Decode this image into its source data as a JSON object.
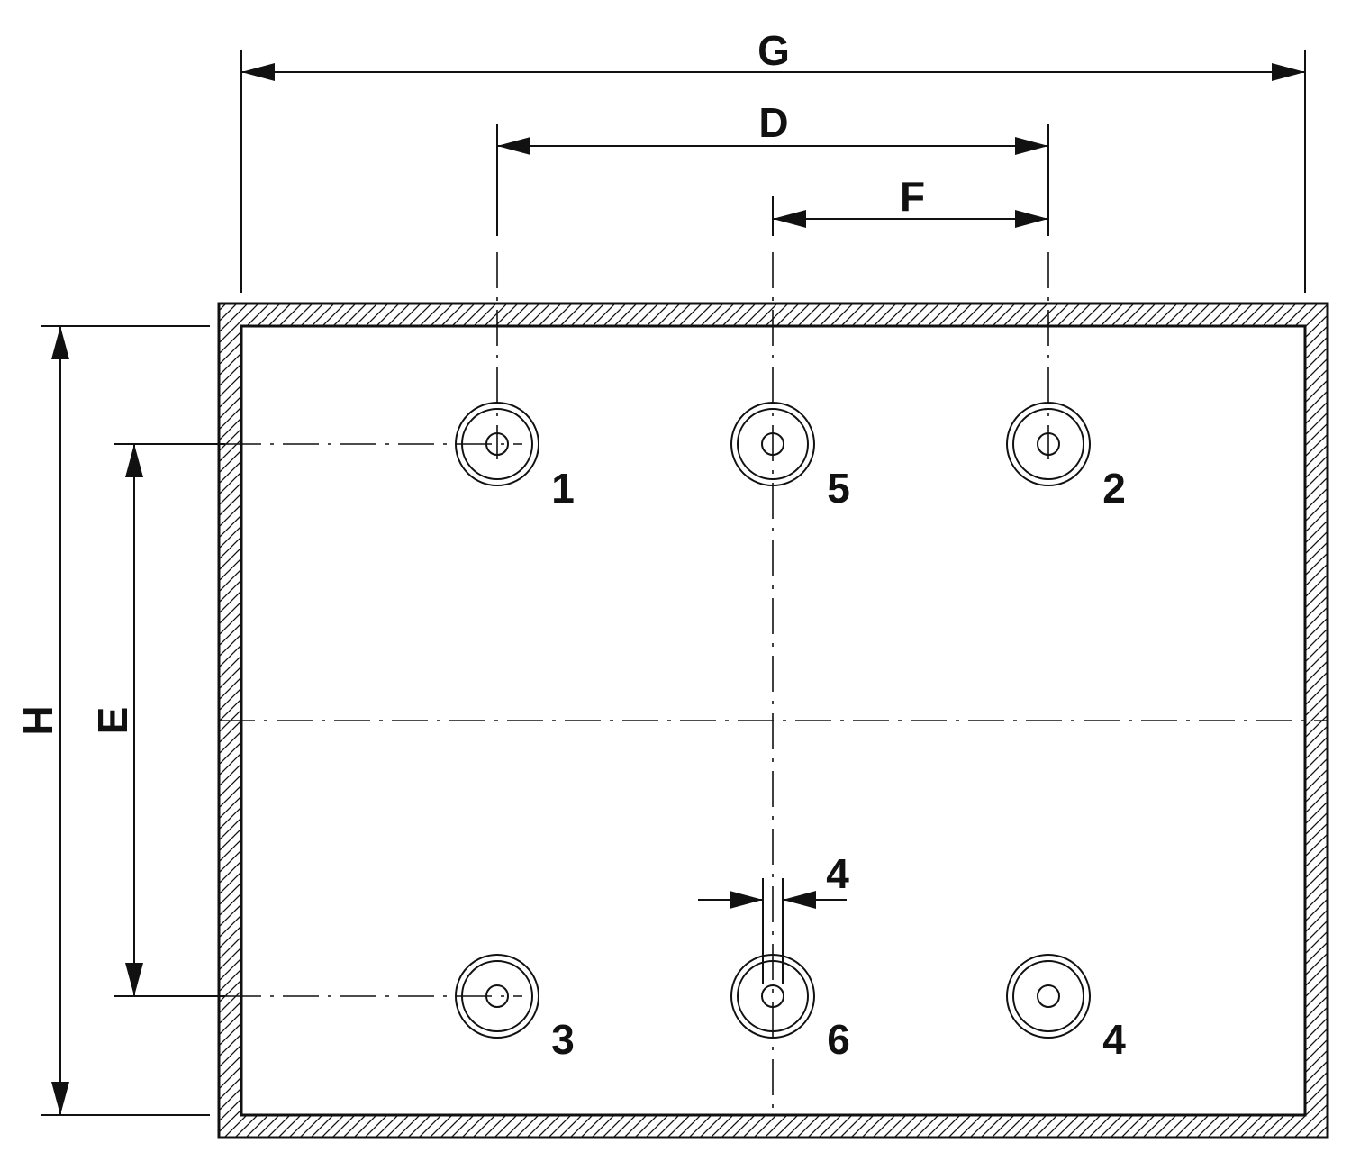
{
  "dimensions": {
    "G": "G",
    "D": "D",
    "F": "F",
    "E": "E",
    "H": "H",
    "slot_width": "4"
  },
  "holes": [
    {
      "id": "1"
    },
    {
      "id": "5"
    },
    {
      "id": "2"
    },
    {
      "id": "3"
    },
    {
      "id": "6"
    },
    {
      "id": "4"
    }
  ],
  "colors": {
    "line": "#111111",
    "background": "#ffffff"
  }
}
